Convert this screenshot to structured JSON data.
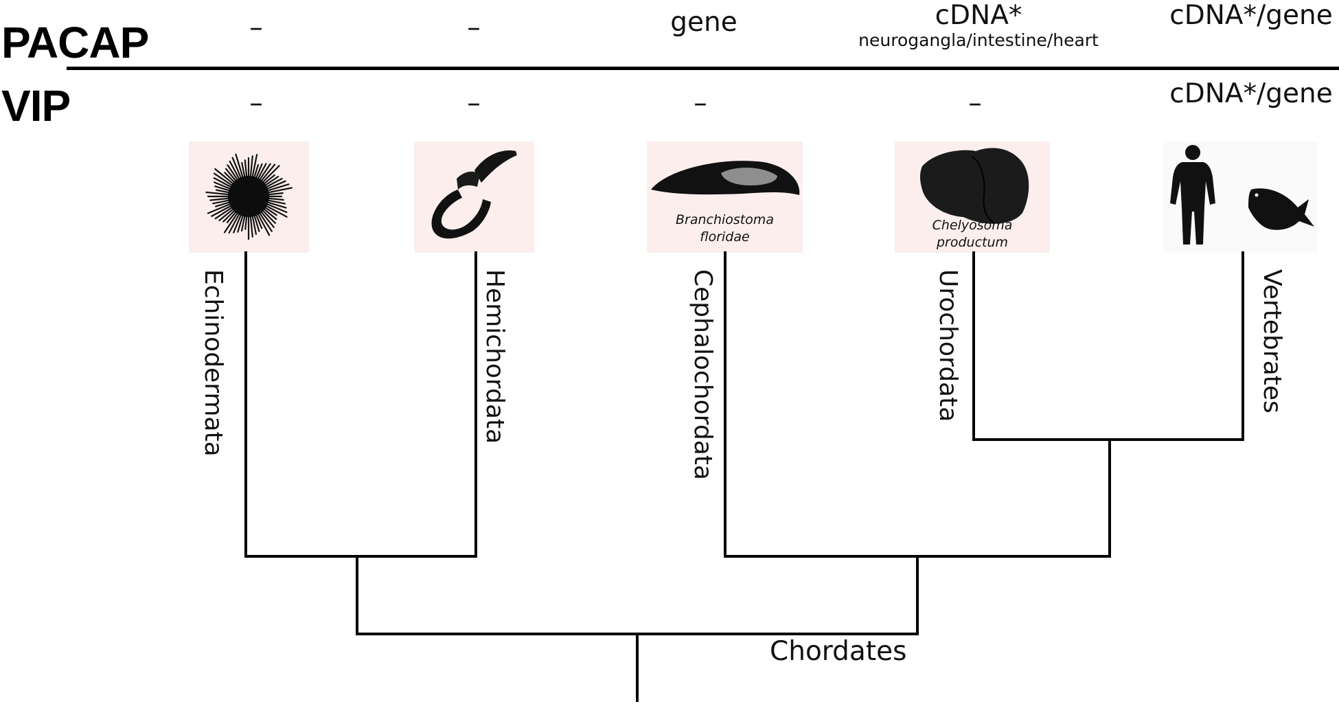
{
  "rows": {
    "pacap_label": "PACAP",
    "vip_label": "VIP"
  },
  "taxa": [
    {
      "name": "Echinodermata",
      "pacap": "–",
      "pacap_note": "",
      "vip": "–",
      "species": "",
      "icon": "sea-urchin-icon"
    },
    {
      "name": "Hemichordata",
      "pacap": "–",
      "pacap_note": "",
      "vip": "–",
      "species": "",
      "icon": "acorn-worm-icon"
    },
    {
      "name": "Cephalochordata",
      "pacap": "gene",
      "pacap_note": "",
      "vip": "–",
      "species": "Branchiostoma floridae",
      "icon": "lancelet-icon"
    },
    {
      "name": "Urochordata",
      "pacap": "cDNA*",
      "pacap_note": "neurogangla/intestine/heart",
      "vip": "–",
      "species": "Chelyosoma productum",
      "icon": "tunicate-icon"
    },
    {
      "name": "Vertebrates",
      "pacap": "cDNA*/gene",
      "pacap_note": "",
      "vip": "cDNA*/gene",
      "species": "",
      "icon": "human-and-fish-icon"
    }
  ],
  "clades": {
    "chordates": "Chordates"
  },
  "colors": {
    "panel": "#fbeeed",
    "panel_last": "#fafafa",
    "silhouette": "#111111",
    "lines": "#000000"
  }
}
